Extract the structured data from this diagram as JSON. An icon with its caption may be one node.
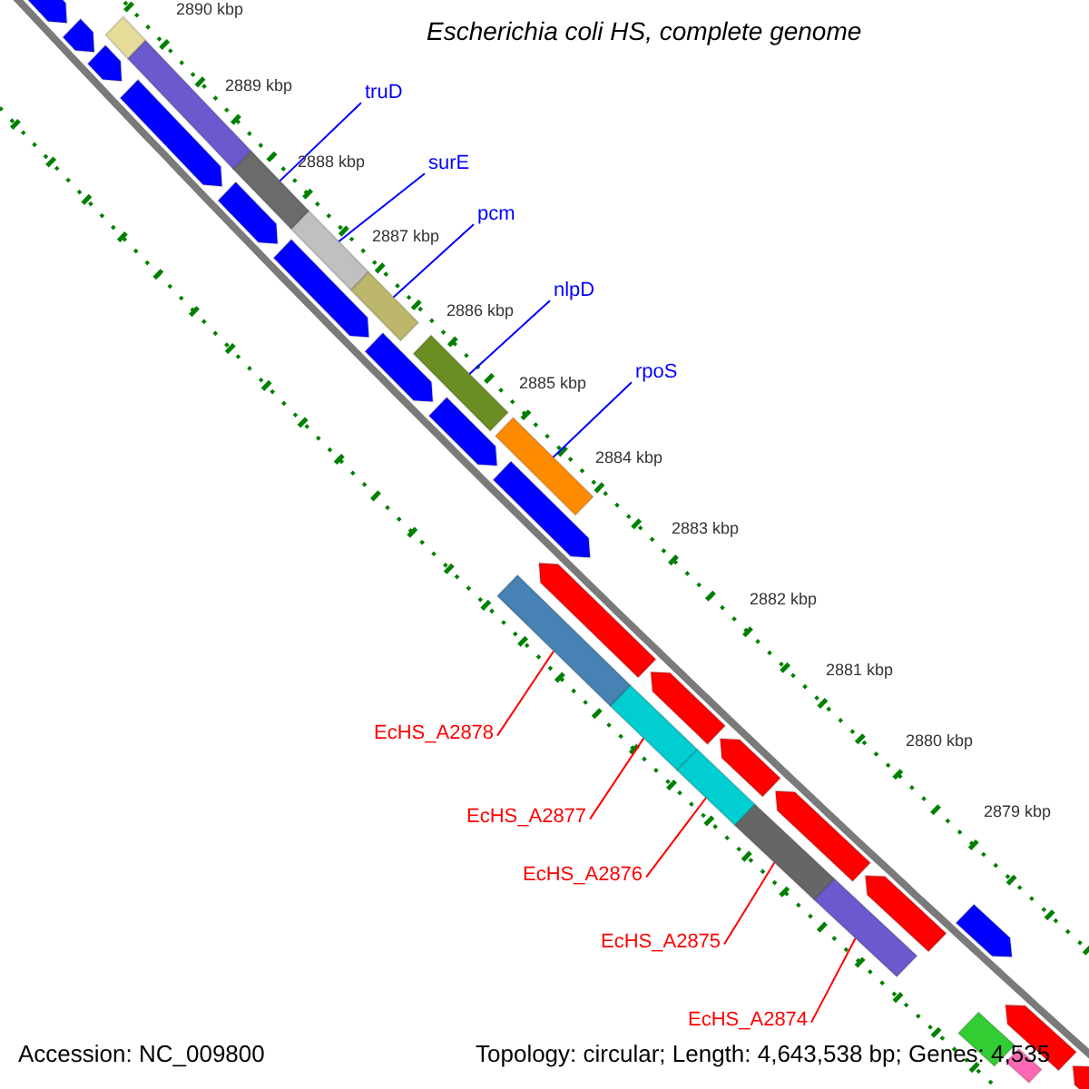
{
  "diagram": {
    "title": "Escherichia coli HS, complete genome",
    "nodes": [
      {
        "text": [
          "truD"
        ]
      },
      {
        "text": [],
        "shape": "bar"
      },
      {
        "text": [
          "surE"
        ]
      },
      {
        "text": [],
        "shape": "bar"
      },
      {
        "text": [
          "pcm"
        ]
      },
      {
        "text": [],
        "shape": "bar"
      },
      {
        "text": [
          "nlpD"
        ]
      },
      {
        "text": [],
        "shape": "bar"
      },
      {
        "text": [
          "rpoS"
        ]
      },
      {
        "text": [],
        "shape": "bar"
      },
      {
        "text": [
          "EcHS_A2878"
        ]
      },
      {
        "text": [],
        "shape": "bar"
      },
      {
        "text": [
          "EcHS_A2877"
        ]
      },
      {
        "text": [],
        "shape": "bar"
      },
      {
        "text": [
          "EcHS_A2876"
        ]
      },
      {
        "text": [],
        "shape": "bar"
      },
      {
        "text": [
          "EcHS_A2875"
        ]
      },
      {
        "text": [],
        "shape": "bar"
      },
      {
        "text": [
          "EcHS_A2874"
        ]
      },
      {
        "text": [],
        "shape": "bar"
      },
      {
        "text": [],
        "shape": "arrow"
      },
      {
        "text": [],
        "shape": "arrow"
      },
      {
        "text": [],
        "shape": "bar"
      },
      {
        "text": [],
        "shape": "arrow"
      },
      {
        "text": [],
        "shape": "bar"
      },
      {
        "text": [],
        "shape": "arrow"
      },
      {
        "text": [],
        "shape": "arrow"
      },
      {
        "text": [],
        "shape": "arrow"
      },
      {
        "text": [],
        "shape": "arrow"
      },
      {
        "text": [],
        "shape": "arrow"
      },
      {
        "text": [],
        "shape": "arrow"
      },
      {
        "text": [],
        "shape": "arrow"
      },
      {
        "text": [],
        "shape": "arrow"
      },
      {
        "text": [],
        "shape": "arrow"
      },
      {
        "text": [],
        "shape": "arrow"
      },
      {
        "text": [],
        "shape": "arrow"
      },
      {
        "text": [],
        "shape": "arrow"
      },
      {
        "text": [],
        "shape": "bar"
      },
      {
        "text": [],
        "shape": "arrow"
      },
      {
        "text": [],
        "shape": "bar"
      },
      {
        "text": [],
        "shape": "arrow"
      }
    ],
    "edges": [
      {
        "from": 0,
        "to": 1,
        "arrow": "none"
      },
      {
        "from": 2,
        "to": 3,
        "arrow": "none"
      },
      {
        "from": 4,
        "to": 5,
        "arrow": "none"
      },
      {
        "from": 6,
        "to": 7,
        "arrow": "none"
      },
      {
        "from": 8,
        "to": 9,
        "arrow": "none"
      },
      {
        "from": 10,
        "to": 11,
        "arrow": "none",
        "color": "#ff0000"
      },
      {
        "from": 12,
        "to": 13,
        "arrow": "none",
        "color": "#ff0000"
      },
      {
        "from": 14,
        "to": 15,
        "arrow": "none",
        "color": "#ff0000"
      },
      {
        "from": 16,
        "to": 17,
        "arrow": "none",
        "color": "#ff0000"
      },
      {
        "from": 18,
        "to": 19,
        "arrow": "none",
        "color": "#ff0000"
      }
    ],
    "labels": [
      "2890 kbp",
      "2889 kbp",
      "2888 kbp",
      "2887 kbp",
      "2886 kbp",
      "2885 kbp",
      "2884 kbp",
      "2883 kbp",
      "2882 kbp",
      "2881 kbp",
      "2880 kbp",
      "2879 kbp",
      "Accession: NC_009800",
      "Topology: circular; Length: 4,643,538 bp; Genes: 4,535"
    ]
  }
}
